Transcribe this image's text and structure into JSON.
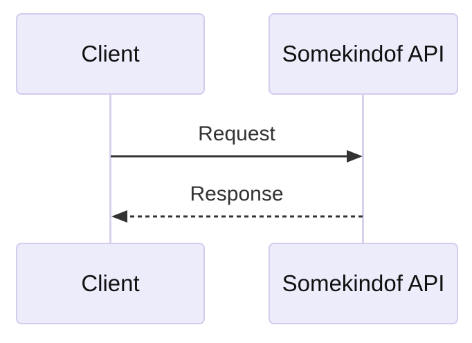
{
  "diagram": {
    "type": "sequence",
    "actors": [
      {
        "id": "client",
        "label": "Client"
      },
      {
        "id": "api",
        "label": "Somekindof API"
      }
    ],
    "messages": [
      {
        "from": "client",
        "to": "api",
        "label": "Request",
        "line_style": "solid"
      },
      {
        "from": "api",
        "to": "client",
        "label": "Response",
        "line_style": "dashed"
      }
    ],
    "colors": {
      "background": "#FFFFFF",
      "actor_fill": "#ECECFB",
      "actor_border": "#D4CBEE",
      "lifeline": "#D8D0F0",
      "signal": "#333333",
      "actor_text": "#111111"
    }
  }
}
